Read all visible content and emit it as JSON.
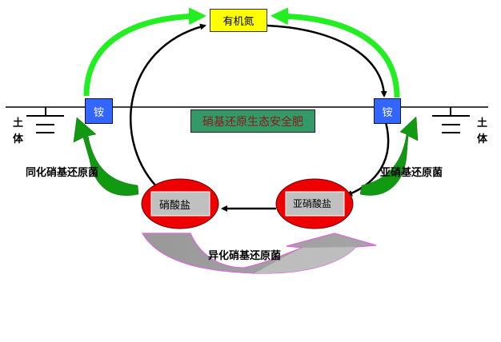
{
  "nodes": {
    "organic_nitrogen": "有机氮",
    "ammonium_left": "铵",
    "ammonium_right": "铵",
    "fertilizer": "硝基还原生态安全肥",
    "nitrate": "硝酸盐",
    "nitrite": "亚硝酸盐"
  },
  "soil": {
    "left": [
      "土",
      "体"
    ],
    "right": [
      "土",
      "体"
    ]
  },
  "labels": {
    "assimilatory": "同化硝基还原菌",
    "nitrite_reducer": "亚硝基还原菌",
    "dissimilatory": "异化硝基还原菌"
  },
  "colors": {
    "organic_box": "#ffff00",
    "ammonium_box": "#3366ff",
    "fertilizer_box": "#339966",
    "fertilizer_text": "#8b1a1a",
    "ellipse": "#ee0000",
    "inner_box": "#c0c0c0",
    "green_arrow": "#22ee22",
    "dark_green_arrow": "#119911"
  }
}
